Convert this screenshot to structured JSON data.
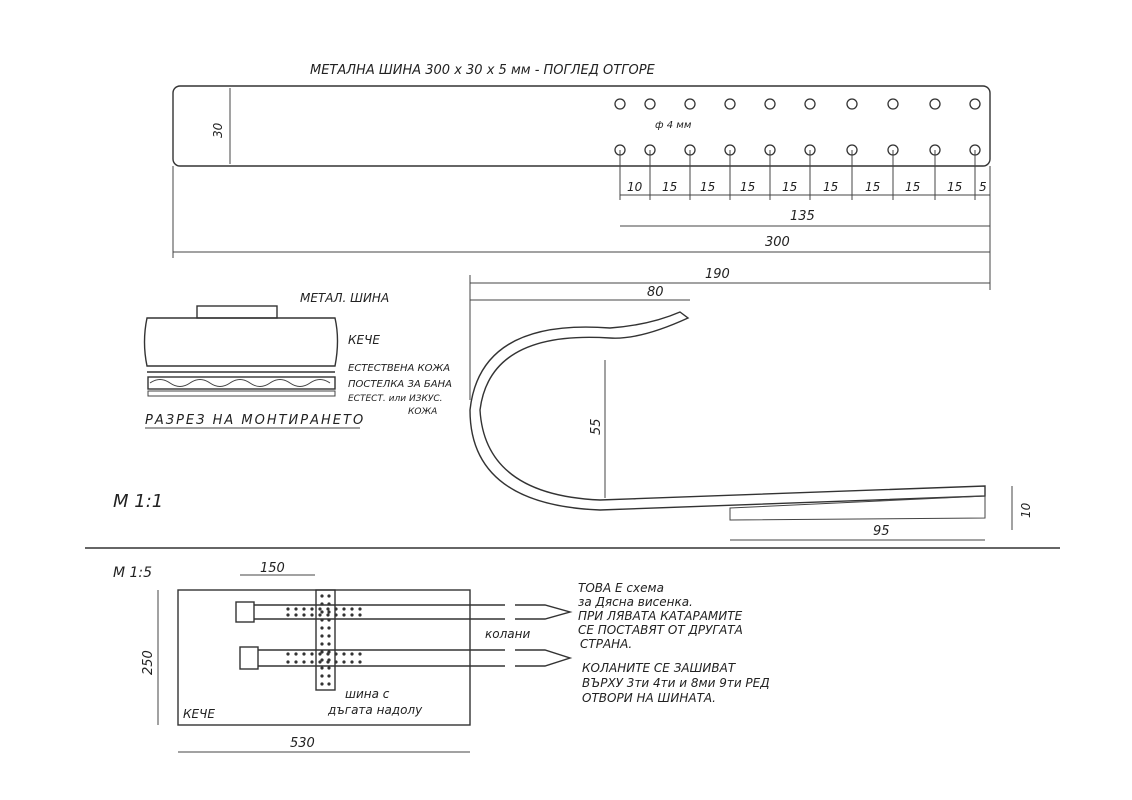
{
  "top_view": {
    "title": "МЕТАЛНА ШИНА   300 x 30 x 5 мм  - ПОГЛЕД ОТГОРЕ",
    "width_label": "30",
    "hole_label": "ф 4 мм",
    "spacing_labels": [
      "10",
      "15",
      "15",
      "15",
      "15",
      "15",
      "15",
      "15",
      "15",
      "5"
    ],
    "dim_135": "135",
    "dim_300": "300"
  },
  "section": {
    "labels": [
      "МЕТАЛ. ШИНА",
      "КЕЧЕ",
      "ЕСТЕСТВЕНА КОЖА",
      "ПОСТЕЛКА ЗА БАНА",
      "ЕСТЕСТ. или ИЗКУС.",
      "КОЖА"
    ],
    "title": "РАЗРЕЗ НА МОНТИРАНЕТО"
  },
  "side_view": {
    "dim_190": "190",
    "dim_80": "80",
    "dim_55": "55",
    "dim_95": "95",
    "dim_10": "10",
    "scale": "М 1:1"
  },
  "assembly": {
    "scale": "М 1:5",
    "dim_150": "150",
    "dim_250": "250",
    "dim_530": "530",
    "felt_label": "КЕЧЕ",
    "belts_label": "колани",
    "rail_label_1": "шина с",
    "rail_label_2": "дъгата надолу"
  },
  "notes": [
    "ТОВА Е схема",
    "за Дясна висенка.",
    "ПРИ ЛЯВАТА КАТАРАМИТЕ",
    "СЕ ПОСТАВЯТ ОТ ДРУГАТА",
    "СТРАНА.",
    "КОЛАНИТЕ СЕ ЗАШИВАТ",
    "ВЪРХУ 3ти 4ти и 8ми 9ти РЕД",
    "ОТВОРИ НА ШИНАТА."
  ]
}
